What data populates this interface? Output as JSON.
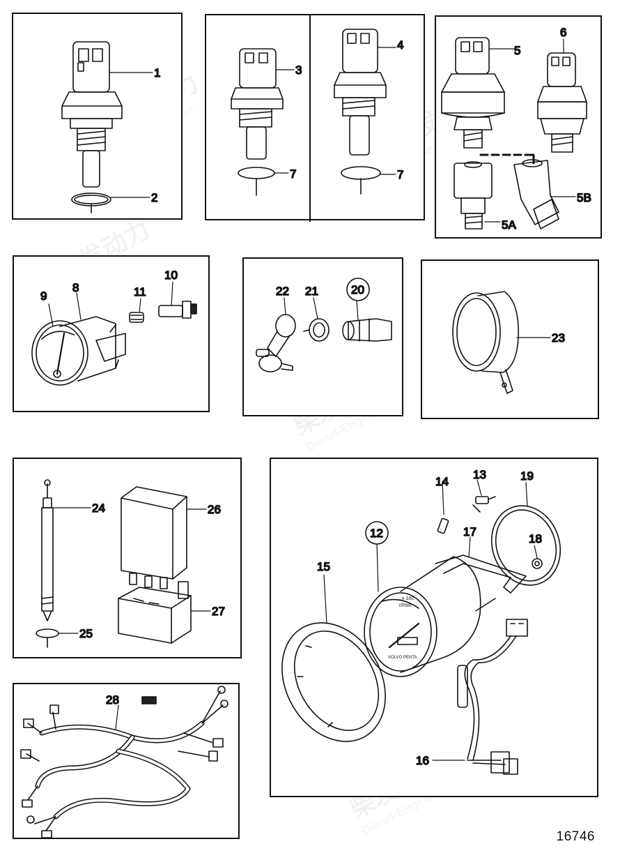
{
  "drawing_number": "16746",
  "watermark": {
    "brand": "柴发动力",
    "subtitle": "Diesel-Engines"
  },
  "labels": {
    "p1": [
      "1",
      "2"
    ],
    "p2": [
      "3",
      "7",
      "4",
      "7"
    ],
    "p3": [
      "5",
      "6",
      "5B",
      "5A"
    ],
    "p4": [
      "9",
      "8",
      "11",
      "10"
    ],
    "p5": [
      "22",
      "21",
      "20"
    ],
    "p6": [
      "23"
    ],
    "p7": [
      "24",
      "26",
      "27",
      "25"
    ],
    "p8": [
      "28"
    ],
    "p9": [
      "14",
      "13",
      "19",
      "17",
      "18",
      "12",
      "15",
      "16"
    ]
  },
  "tacho": {
    "unit": "x 100",
    "rpm": "r/min",
    "brand": "VOLVO PENTA"
  }
}
